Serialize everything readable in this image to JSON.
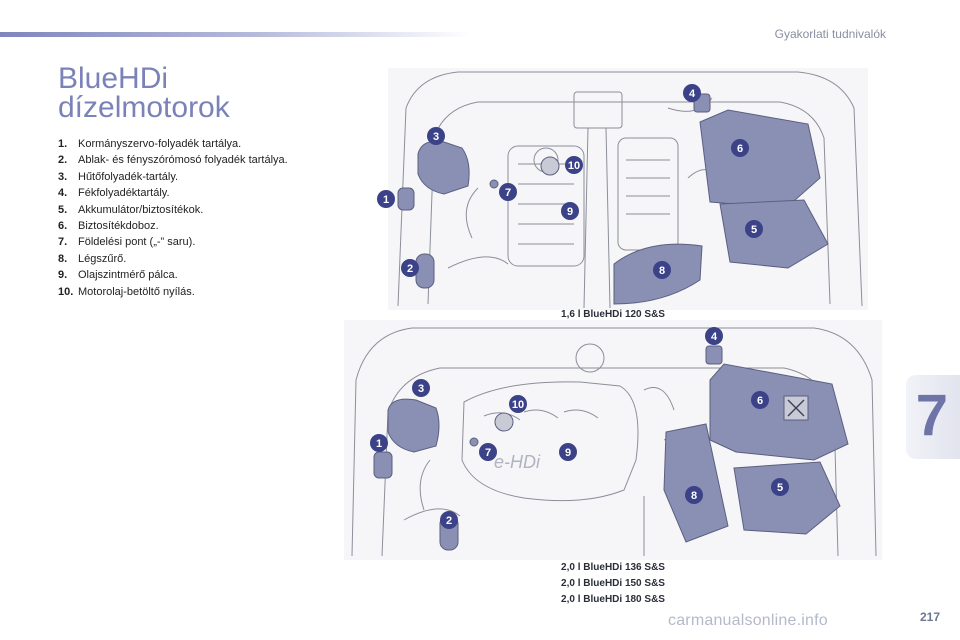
{
  "header": {
    "section_title": "Gyakorlati tudnivalók"
  },
  "heading": {
    "line1": "BlueHDi",
    "line2": "dízelmotorok"
  },
  "legend": [
    {
      "num": "1.",
      "text": "Kormányszervo-folyadék tartálya."
    },
    {
      "num": "2.",
      "text": "Ablak- és fényszórómosó folyadék tartálya."
    },
    {
      "num": "3.",
      "text": "Hűtőfolyadék-tartály."
    },
    {
      "num": "4.",
      "text": "Fékfolyadéktartály."
    },
    {
      "num": "5.",
      "text": "Akkumulátor/biztosítékok."
    },
    {
      "num": "6.",
      "text": "Biztosítékdoboz."
    },
    {
      "num": "7.",
      "text": "Földelési pont („-” saru)."
    },
    {
      "num": "8.",
      "text": "Légszűrő."
    },
    {
      "num": "9.",
      "text": "Olajszintmérő pálca."
    },
    {
      "num": "10.",
      "text": "Motorolaj-betöltő nyílás."
    }
  ],
  "captions": {
    "top": "1,6 l BlueHDi 120 S&S",
    "bottom": [
      "2,0 l BlueHDi 136 S&S",
      "2,0 l BlueHDi 150 S&S",
      "2,0 l BlueHDi 180 S&S"
    ]
  },
  "engine_top": {
    "badges": [
      {
        "label": "1"
      },
      {
        "label": "2"
      },
      {
        "label": "3"
      },
      {
        "label": "4"
      },
      {
        "label": "5"
      },
      {
        "label": "6"
      },
      {
        "label": "7"
      },
      {
        "label": "8"
      },
      {
        "label": "9"
      },
      {
        "label": "10"
      }
    ]
  },
  "engine_bottom": {
    "cover_text": "e-HDi",
    "badges": [
      {
        "label": "1"
      },
      {
        "label": "2"
      },
      {
        "label": "3"
      },
      {
        "label": "4"
      },
      {
        "label": "5"
      },
      {
        "label": "6"
      },
      {
        "label": "7"
      },
      {
        "label": "8"
      },
      {
        "label": "9"
      },
      {
        "label": "10"
      }
    ]
  },
  "chapter": {
    "number": "7"
  },
  "page": {
    "number": "217"
  },
  "watermark": {
    "text": "carmanualsonline.info"
  },
  "colors": {
    "accent": "#7b82b8",
    "badge": "#3b4287",
    "highlight": "#8a8fb4",
    "line": "#8c8f99"
  }
}
